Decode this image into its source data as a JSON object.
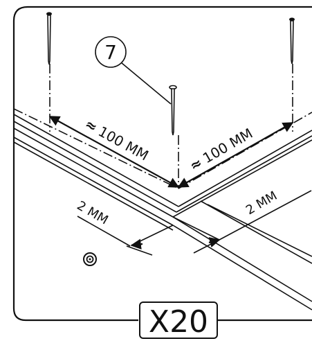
{
  "callout_number": "7",
  "dimensions": {
    "left_spacing": "100 MM",
    "right_spacing": "100 MM",
    "approx_symbol": "≈",
    "left_gap": "2 MM",
    "right_gap": "2 MM"
  },
  "quantity_label": "X20",
  "icons": [
    "nail-icon",
    "screw-hole-icon",
    "dimension-arrow-icon"
  ]
}
